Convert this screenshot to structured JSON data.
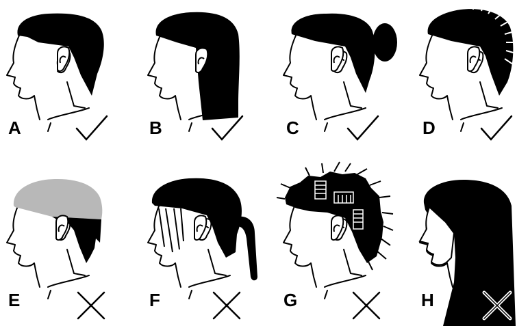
{
  "colors": {
    "hair": "#000000",
    "outline": "#000000",
    "background": "#ffffff",
    "dyed_hair": "#b8b8b8",
    "mark_on_hair": "#ffffff"
  },
  "panels": [
    {
      "label": "A",
      "mark": "check-icon",
      "verdict": "allowed"
    },
    {
      "label": "B",
      "mark": "check-icon",
      "verdict": "allowed"
    },
    {
      "label": "C",
      "mark": "check-icon",
      "verdict": "allowed"
    },
    {
      "label": "D",
      "mark": "check-icon",
      "verdict": "allowed"
    },
    {
      "label": "E",
      "mark": "cross-icon",
      "verdict": "not-allowed"
    },
    {
      "label": "F",
      "mark": "cross-icon",
      "verdict": "not-allowed"
    },
    {
      "label": "G",
      "mark": "cross-icon",
      "verdict": "not-allowed"
    },
    {
      "label": "H",
      "mark": "cross-icon",
      "verdict": "not-allowed"
    }
  ]
}
